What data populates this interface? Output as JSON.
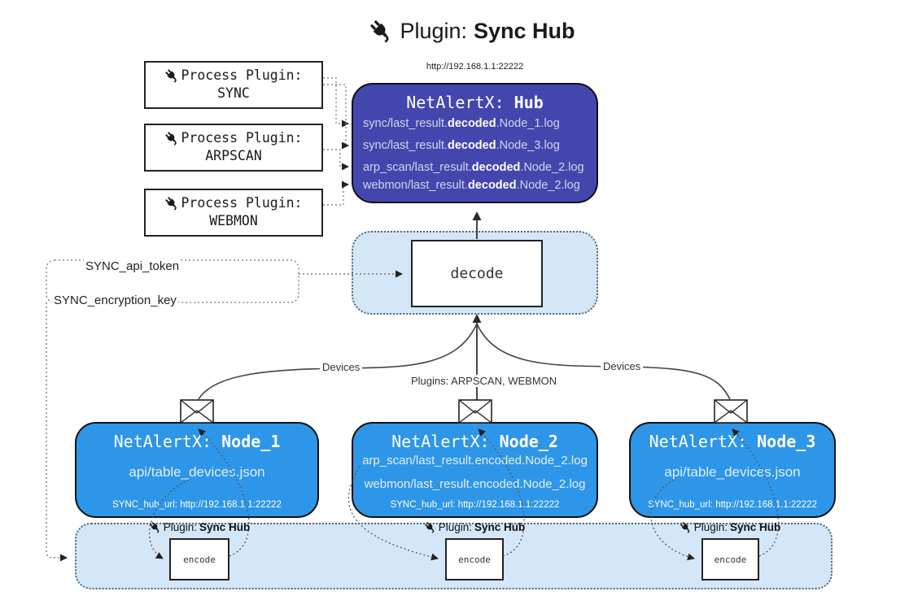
{
  "title": {
    "icon": "plug-icon",
    "prefix": "Plugin:",
    "bold": "Sync Hub"
  },
  "hub": {
    "url": "http://192.168.1.1:22222",
    "name_prefix": "NetAlertX:",
    "name_bold": "Hub",
    "files": [
      {
        "pre": "sync/last_result.",
        "bold": "decoded",
        "post": ".Node_1.log"
      },
      {
        "pre": "sync/last_result.",
        "bold": "decoded",
        "post": ".Node_3.log"
      },
      {
        "pre": "arp_scan/last_result.",
        "bold": "decoded",
        "post": ".Node_2.log"
      },
      {
        "pre": "webmon/last_result.",
        "bold": "decoded",
        "post": ".Node_2.log"
      }
    ]
  },
  "process_plugins": [
    {
      "label": "Process Plugin:",
      "name": "SYNC"
    },
    {
      "label": "Process Plugin:",
      "name": "ARPSCAN"
    },
    {
      "label": "Process Plugin:",
      "name": "WEBMON"
    }
  ],
  "decode": {
    "label": "decode"
  },
  "secrets": {
    "api_token": "SYNC_api_token",
    "encryption_key": "SYNC_encryption_key"
  },
  "edges": {
    "left": "Devices",
    "middle": "Plugins: ARPSCAN, WEBMON",
    "right": "Devices"
  },
  "nodes": [
    {
      "name_prefix": "NetAlertX:",
      "name_bold": "Node_1",
      "files": [
        "api/table_devices.json"
      ],
      "hub_url": "SYNC_hub_url: http://192.168.1.1:22222"
    },
    {
      "name_prefix": "NetAlertX:",
      "name_bold": "Node_2",
      "files": [
        "arp_scan/last_result.encoded.Node_2.log",
        "webmon/last_result.encoded.Node_2.log"
      ],
      "hub_url": "SYNC_hub_url: http://192.168.1.1:22222"
    },
    {
      "name_prefix": "NetAlertX:",
      "name_bold": "Node_3",
      "files": [
        "api/table_devices.json"
      ],
      "hub_url": "SYNC_hub_url: http://192.168.1.1:22222"
    }
  ],
  "encode_band": {
    "plugin_prefix": "Plugin:",
    "plugin_bold": "Sync Hub",
    "encode_label": "encode"
  },
  "colors": {
    "hub_bg": "#4347ad",
    "node_bg": "#2e96e8",
    "panel_bg": "#d4e7f9",
    "panel_border": "#56677d",
    "box_border": "#111111"
  }
}
